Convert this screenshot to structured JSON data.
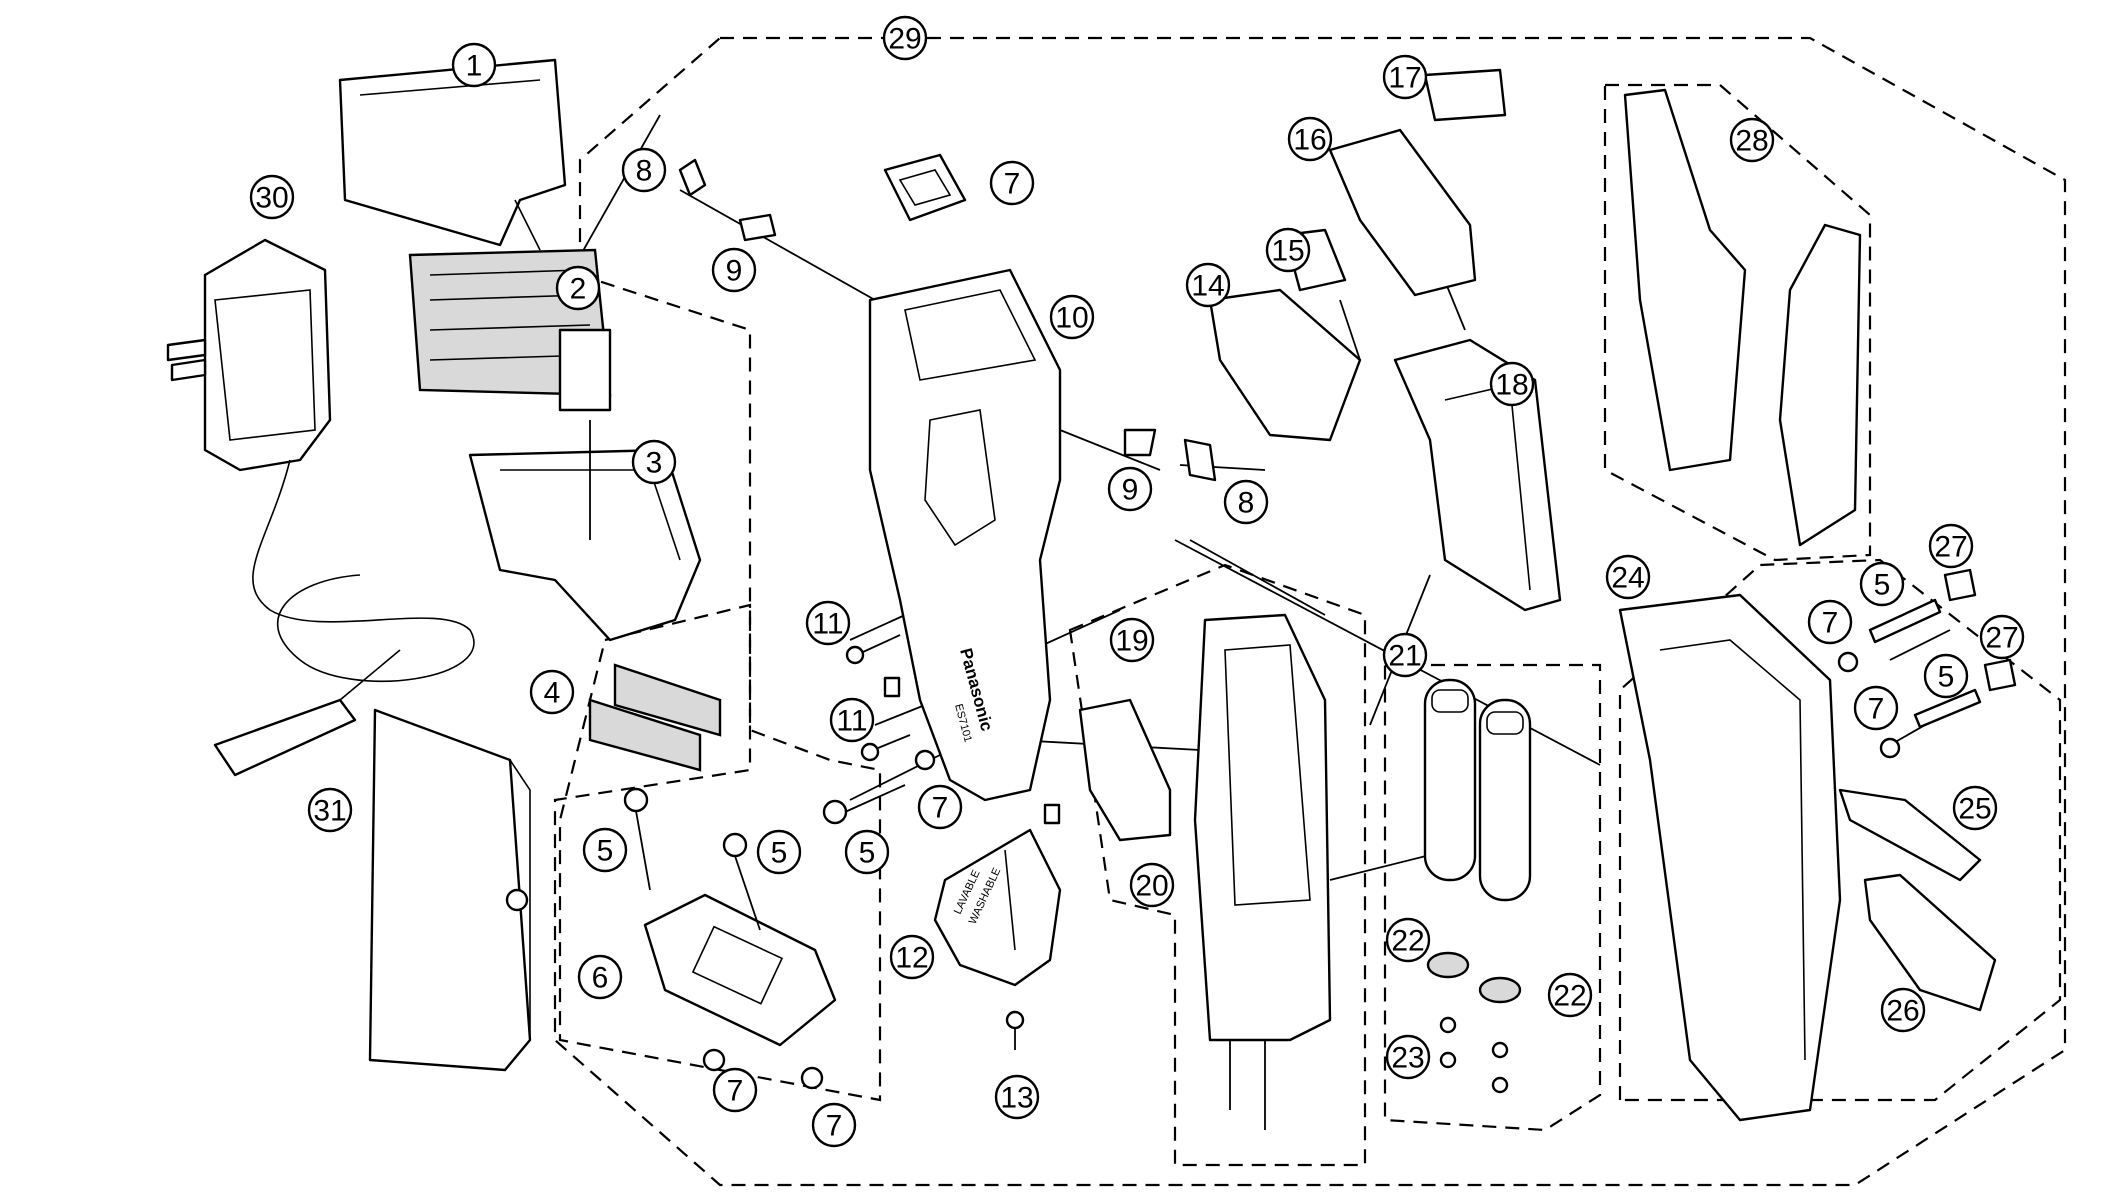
{
  "callouts": {
    "c1": "1",
    "c2": "2",
    "c3": "3",
    "c4": "4",
    "c5a": "5",
    "c5b": "5",
    "c5c": "5",
    "c5d": "5",
    "c5e": "5",
    "c6": "6",
    "c7a": "7",
    "c7b": "7",
    "c7c": "7",
    "c7d": "7",
    "c7e": "7",
    "c7f": "7",
    "c8a": "8",
    "c8b": "8",
    "c9a": "9",
    "c9b": "9",
    "c10": "10",
    "c11a": "11",
    "c11b": "11",
    "c12": "12",
    "c13": "13",
    "c14": "14",
    "c15": "15",
    "c16": "16",
    "c17": "17",
    "c18": "18",
    "c19": "19",
    "c20": "20",
    "c21": "21",
    "c22a": "22",
    "c22b": "22",
    "c23": "23",
    "c24": "24",
    "c25": "25",
    "c26": "26",
    "c27a": "27",
    "c27b": "27",
    "c28": "28",
    "c29": "29",
    "c30": "30",
    "c31": "31"
  },
  "product_markings": {
    "brand": "Panasonic",
    "model": "ES7101",
    "cap_text_line1": "LAVABLE",
    "cap_text_line2": "WASHABLE"
  }
}
